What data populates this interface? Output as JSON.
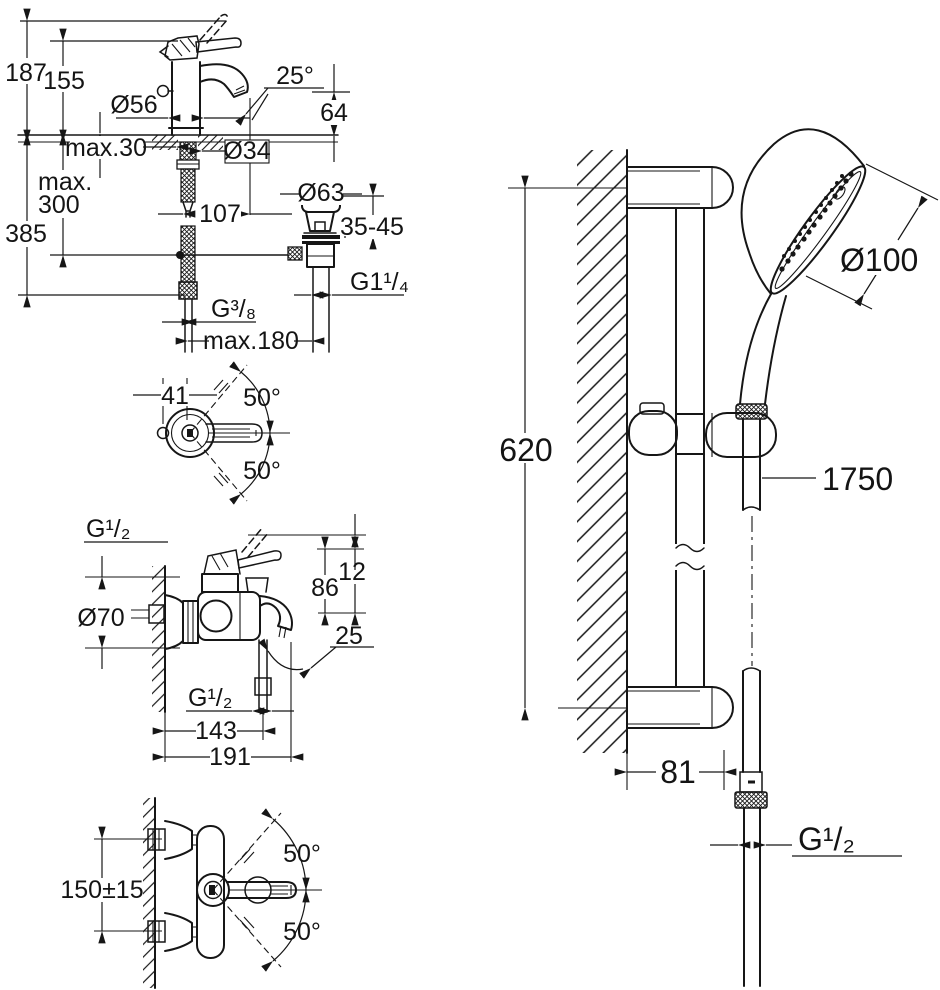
{
  "meta": {
    "description": "Technical dimension drawing of bathroom mixer set: basin mixer, bath mixer, shower rail set",
    "background": "#ffffff",
    "line_color": "#161616"
  },
  "drawings": {
    "basin_mixer": {
      "name": "basin-mixer-side-view",
      "labels": {
        "h187": "187",
        "h155": "155",
        "d56": "Ø56",
        "a25": "25°",
        "h64": "64",
        "max30": "max.30",
        "d34": "Ø34",
        "max300_1": "max.",
        "max300_2": "300",
        "h385": "385",
        "w107": "107",
        "d63": "Ø63",
        "t3545": "35-45",
        "g114": "G1¹/₄",
        "g38": "G³/₈",
        "max180": "max.180"
      }
    },
    "handle_top": {
      "name": "lever-handle-top-view",
      "labels": {
        "w41": "41",
        "a50u": "50°",
        "a50d": "50°"
      }
    },
    "bath_mixer": {
      "name": "bath-mixer-side-view",
      "labels": {
        "g12wall": "G¹/₂",
        "h12": "12",
        "h86": "86",
        "d70": "Ø70",
        "a25": "25",
        "g12out": "G¹/₂",
        "w143": "143",
        "w191": "191"
      }
    },
    "wall_mixer": {
      "name": "wall-mixer-front-view",
      "labels": {
        "h150": "150±15",
        "a50u": "50°",
        "a50d": "50°"
      }
    },
    "shower_set": {
      "name": "shower-rail-set-view",
      "labels": {
        "h620": "620",
        "d100": "Ø100",
        "hose": "1750",
        "w81": "81",
        "g12": "G¹/₂"
      }
    }
  }
}
